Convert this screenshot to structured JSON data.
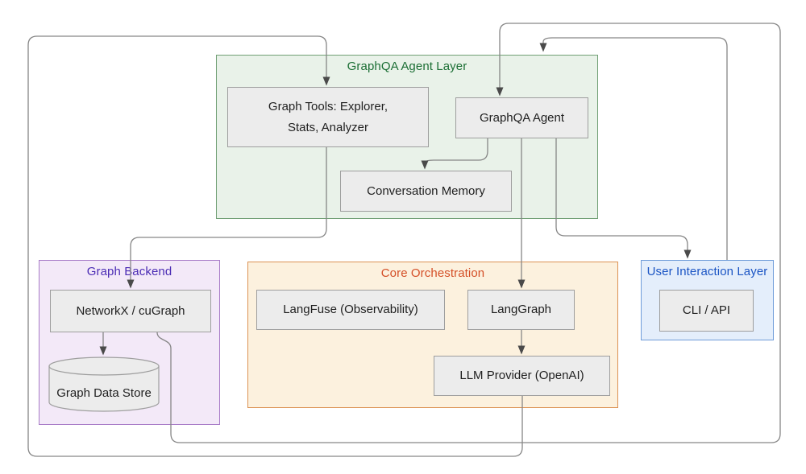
{
  "diagram": {
    "type": "architecture-flowchart",
    "edge_color": "#868686",
    "arrow_color": "#4a4a4a",
    "node_fill": "#ececec",
    "node_border": "#9e9e9e",
    "containers": {
      "agent_layer": {
        "title": "GraphQA Agent Layer",
        "title_color": "#1b6e34",
        "fill": "#e9f2e9",
        "border": "#71a075"
      },
      "graph_backend": {
        "title": "Graph Backend",
        "title_color": "#4b2cb4",
        "fill": "#f3e9f8",
        "border": "#a87cc8"
      },
      "core_orchestration": {
        "title": "Core Orchestration",
        "title_color": "#d44f27",
        "fill": "#fcf1de",
        "border": "#dc9254"
      },
      "user_interaction": {
        "title": "User Interaction Layer",
        "title_color": "#1b55c4",
        "fill": "#e4eefb",
        "border": "#6f9cd9"
      }
    },
    "nodes": {
      "graph_tools": {
        "label": "Graph Tools: Explorer, Stats, Analyzer",
        "shape": "rect",
        "container": "agent_layer"
      },
      "graphqa_agent": {
        "label": "GraphQA Agent",
        "shape": "rect",
        "container": "agent_layer"
      },
      "conversation_memory": {
        "label": "Conversation Memory",
        "shape": "rect",
        "container": "agent_layer"
      },
      "networkx": {
        "label": "NetworkX / cuGraph",
        "shape": "rect",
        "container": "graph_backend"
      },
      "graph_data_store": {
        "label": "Graph Data Store",
        "shape": "cylinder",
        "container": "graph_backend"
      },
      "langfuse": {
        "label": "LangFuse (Observability)",
        "shape": "rect",
        "container": "core_orchestration"
      },
      "langgraph": {
        "label": "LangGraph",
        "shape": "rect",
        "container": "core_orchestration"
      },
      "llm_provider": {
        "label": "LLM Provider (OpenAI)",
        "shape": "rect",
        "container": "core_orchestration"
      },
      "cli_api": {
        "label": "CLI / API",
        "shape": "rect",
        "container": "user_interaction"
      }
    },
    "edges": [
      {
        "from": "networkx",
        "to": "graphqa_agent"
      },
      {
        "from": "llm_provider",
        "to": "graph_tools"
      },
      {
        "from": "graph_tools",
        "to": "networkx"
      },
      {
        "from": "graphqa_agent",
        "to": "conversation_memory"
      },
      {
        "from": "graphqa_agent",
        "to": "langgraph"
      },
      {
        "from": "graphqa_agent",
        "to": "user_interaction"
      },
      {
        "from": "langgraph",
        "to": "llm_provider"
      },
      {
        "from": "networkx",
        "to": "graph_data_store"
      },
      {
        "from": "user_interaction",
        "to": "agent_layer"
      }
    ]
  }
}
